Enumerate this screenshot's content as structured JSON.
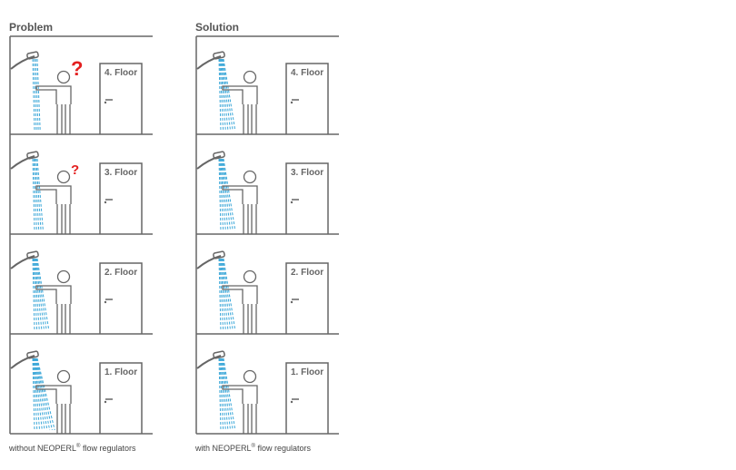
{
  "panels": [
    {
      "id": "problem",
      "title": "Problem",
      "caption_prefix": "without NEOPERL",
      "caption_reg": "®",
      "caption_suffix": " flow regulators",
      "colors": {
        "line": "#666666",
        "water": "#3ba7d8",
        "question": "#e32020"
      },
      "floors": [
        {
          "label": "4. Floor",
          "flow": 1,
          "question": "?",
          "question_size": "big"
        },
        {
          "label": "3. Floor",
          "flow": 2,
          "question": "?",
          "question_size": "small"
        },
        {
          "label": "2. Floor",
          "flow": 4,
          "question": "",
          "question_size": ""
        },
        {
          "label": "1. Floor",
          "flow": 6,
          "question": "",
          "question_size": ""
        }
      ]
    },
    {
      "id": "solution",
      "title": "Solution",
      "caption_prefix": "with NEOPERL",
      "caption_reg": "®",
      "caption_suffix": " flow regulators",
      "colors": {
        "line": "#666666",
        "water": "#3ba7d8",
        "question": "#e32020"
      },
      "floors": [
        {
          "label": "4. Floor",
          "flow": 4,
          "question": "",
          "question_size": ""
        },
        {
          "label": "3. Floor",
          "flow": 4,
          "question": "",
          "question_size": ""
        },
        {
          "label": "2. Floor",
          "flow": 4,
          "question": "",
          "question_size": ""
        },
        {
          "label": "1. Floor",
          "flow": 4,
          "question": "",
          "question_size": ""
        }
      ]
    }
  ],
  "icons": [
    "shower-head-icon",
    "person-icon",
    "door-icon",
    "water-stream-icon",
    "question-mark-icon"
  ]
}
